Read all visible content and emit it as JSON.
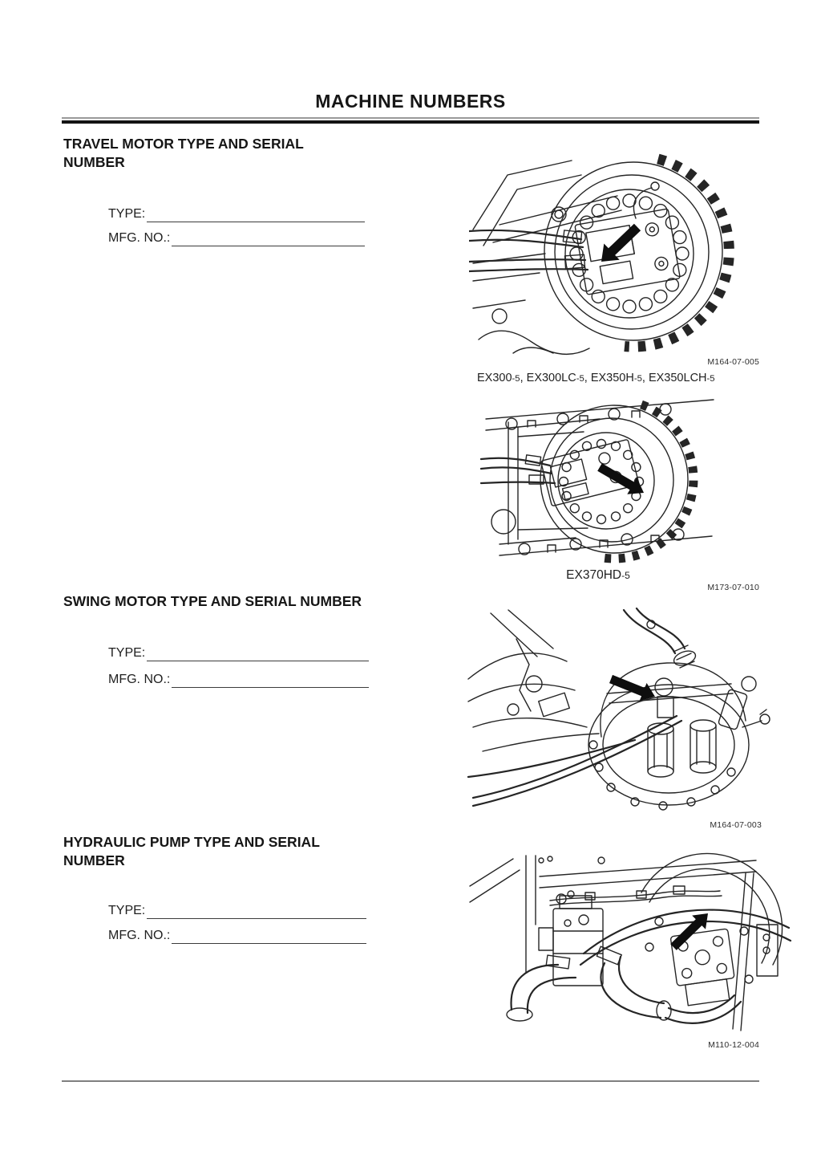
{
  "page": {
    "title": "MACHINE NUMBERS"
  },
  "sections": {
    "travel": {
      "heading": "TRAVEL MOTOR TYPE AND SERIAL NUMBER",
      "type_label": "TYPE:",
      "mfg_label": "MFG. NO.:"
    },
    "swing": {
      "heading": "SWING MOTOR TYPE AND SERIAL NUMBER",
      "type_label": "TYPE:",
      "mfg_label": "MFG. NO.:"
    },
    "hydraulic": {
      "heading": "HYDRAULIC PUMP TYPE AND SERIAL NUMBER",
      "type_label": "TYPE:",
      "mfg_label": "MFG. NO.:"
    }
  },
  "figures": {
    "travel_ex300": {
      "code": "M164-07-005",
      "caption_segments": [
        {
          "t": "EX300"
        },
        {
          "t": "-5",
          "small": true
        },
        {
          "t": ", EX300LC"
        },
        {
          "t": "-5",
          "small": true
        },
        {
          "t": ", EX350H"
        },
        {
          "t": "-5",
          "small": true
        },
        {
          "t": ", EX350LCH"
        },
        {
          "t": "-5",
          "small": true
        }
      ]
    },
    "travel_ex370": {
      "code": "M173-07-010",
      "caption_segments": [
        {
          "t": "EX370HD"
        },
        {
          "t": "-5",
          "small": true
        }
      ]
    },
    "swing": {
      "code": "M164-07-003"
    },
    "hydraulic": {
      "code": "M110-12-004"
    }
  },
  "colors": {
    "ink": "#252525",
    "arrow_black": "#0e0e0e",
    "header_rule_black": "#141414",
    "header_rule_gray": "#9a9a9a",
    "footer_rule_gray": "#7f7f7f",
    "blank_line": "#3c3c3c"
  }
}
